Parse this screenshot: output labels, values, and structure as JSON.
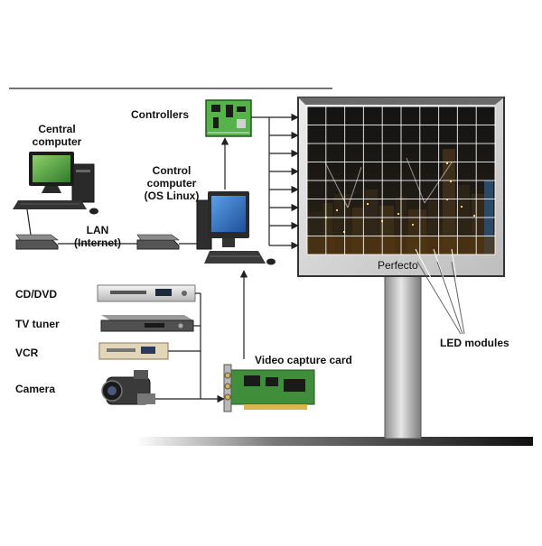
{
  "labels": {
    "central_computer": [
      "Central",
      "computer"
    ],
    "controllers": "Controllers",
    "control_computer": [
      "Control",
      "computer",
      "(OS Linux)"
    ],
    "lan": [
      "LAN",
      "(Internet)"
    ],
    "cd_dvd": "CD/DVD",
    "tv_tuner": "TV tuner",
    "vcr": "VCR",
    "camera": "Camera",
    "video_capture_card": "Video capture card",
    "billboard_brand": "Perfecto",
    "led_modules": "LED modules"
  },
  "screen_grid": {
    "columns": 10,
    "rows": 8
  },
  "colors": {
    "screen_frame": "#d8d8d8",
    "pole": "#bdbdbd",
    "ground": "#2a2a2a",
    "pcb_green": "#4caf50",
    "monitor_blue": "#2f6fc0",
    "monitor_green": "#3a8f2a"
  }
}
